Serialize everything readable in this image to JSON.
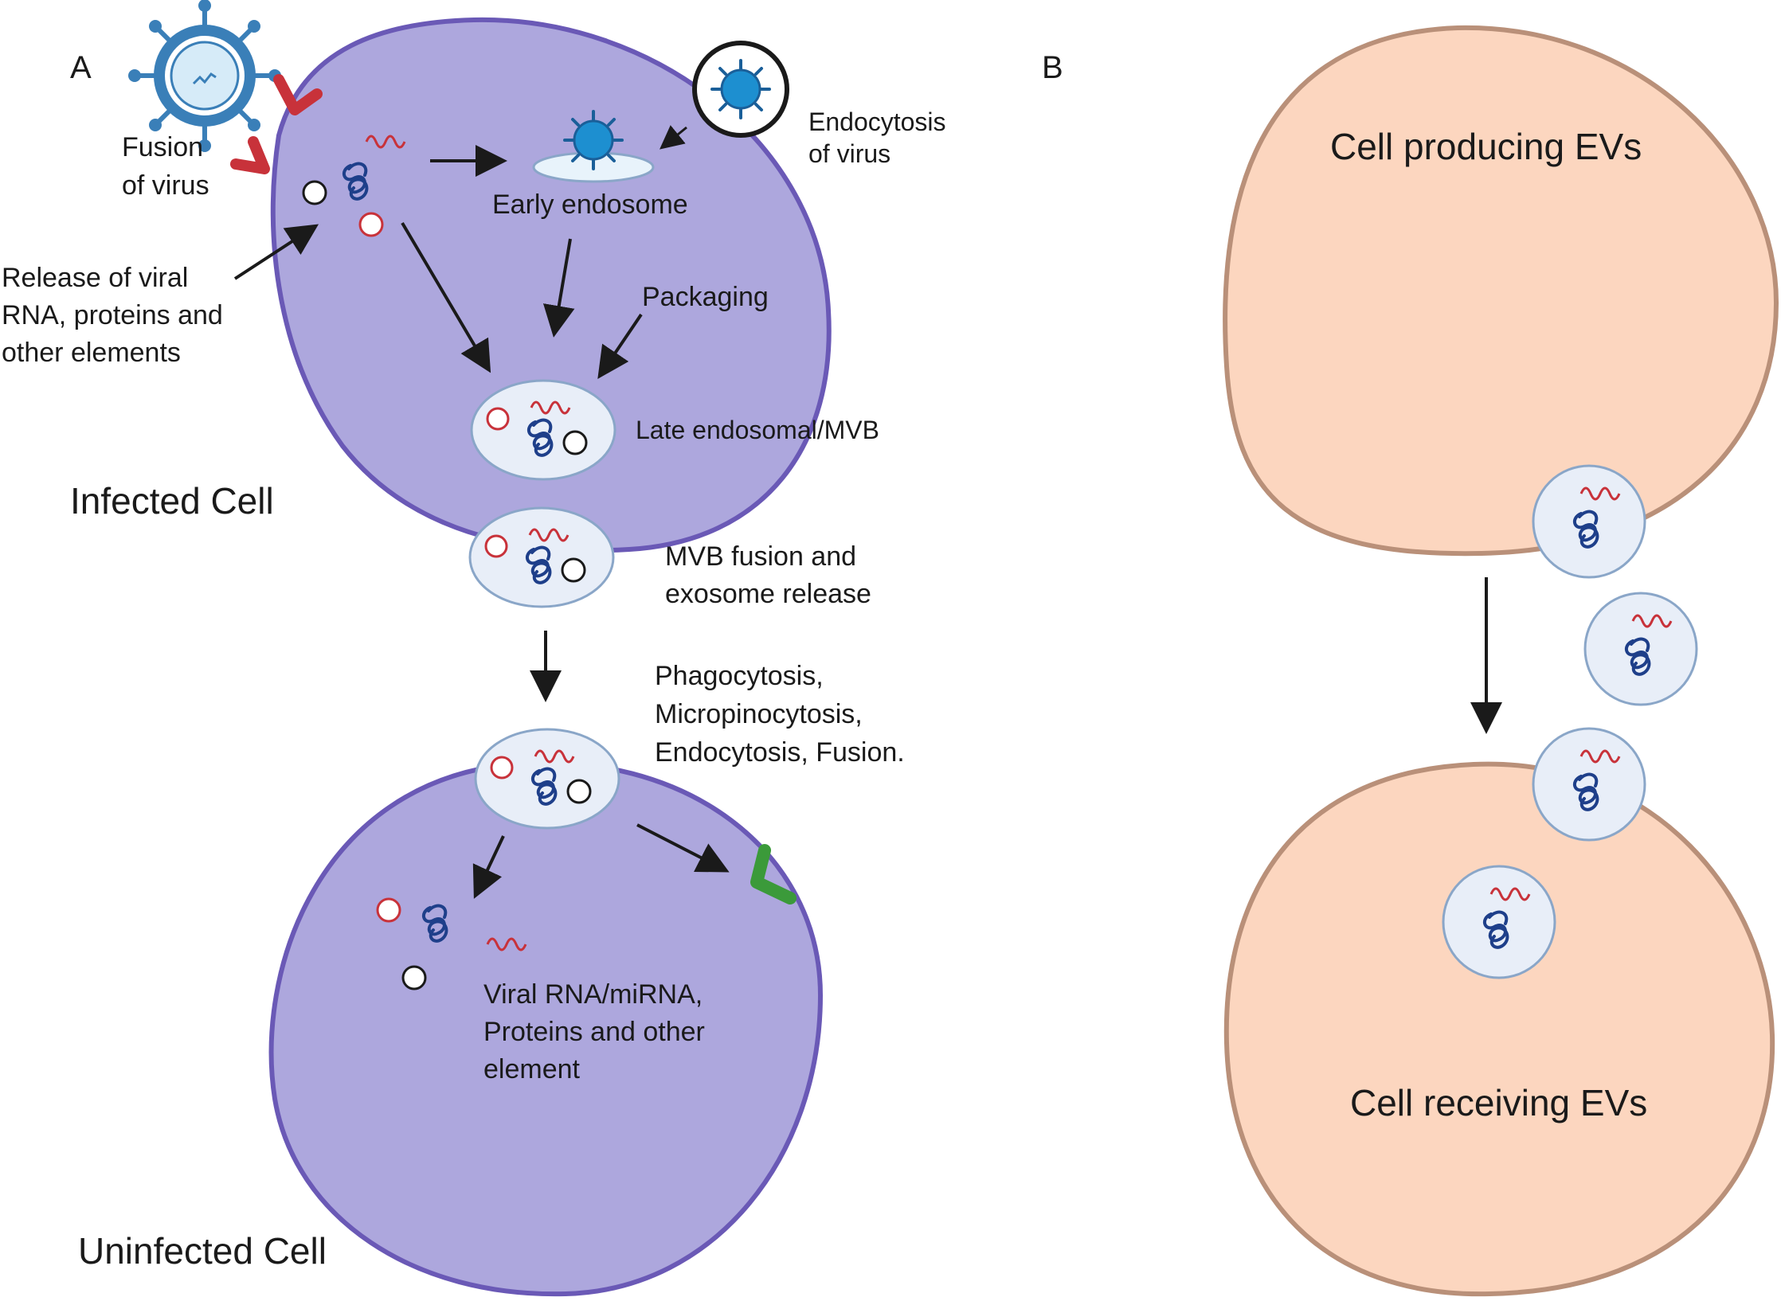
{
  "panel_a": {
    "letter": "A",
    "infected_cell_label": "Infected Cell",
    "uninfected_cell_label": "Uninfected Cell",
    "fusion_label": [
      "Fusion",
      "of virus"
    ],
    "endocytosis_label": [
      "Endocytosis",
      "of virus"
    ],
    "early_endosome_label": "Early endosome",
    "release_label": [
      "Release of viral",
      "RNA,  proteins and",
      "other elements"
    ],
    "packaging_label": "Packaging",
    "late_endosome_label": "Late endosomal/MVB",
    "mvb_fusion_label": [
      "MVB fusion and",
      "exosome release"
    ],
    "uptake_label": [
      "Phagocytosis,",
      "Micropinocytosis,",
      "Endocytosis, Fusion."
    ],
    "cargo_label": [
      "Viral RNA/miRNA,",
      "Proteins and other",
      "element"
    ]
  },
  "panel_b": {
    "letter": "B",
    "producing_label": "Cell producing EVs",
    "receiving_label": "Cell receiving EVs"
  },
  "colors": {
    "infected_cell_fill": "#ada7dd",
    "infected_cell_stroke": "#6a59b6",
    "ev_cell_fill": "#fcd6bf",
    "ev_cell_stroke": "#b99079",
    "vesicle_fill": "#e8eef8",
    "vesicle_stroke": "#8aa6c8",
    "rna_red": "#c8323a",
    "protein_blue": "#1e3f8a",
    "receptor_red": "#c8323a",
    "receptor_green": "#3b9a3a",
    "virus_blue": "#3a7fb8"
  }
}
